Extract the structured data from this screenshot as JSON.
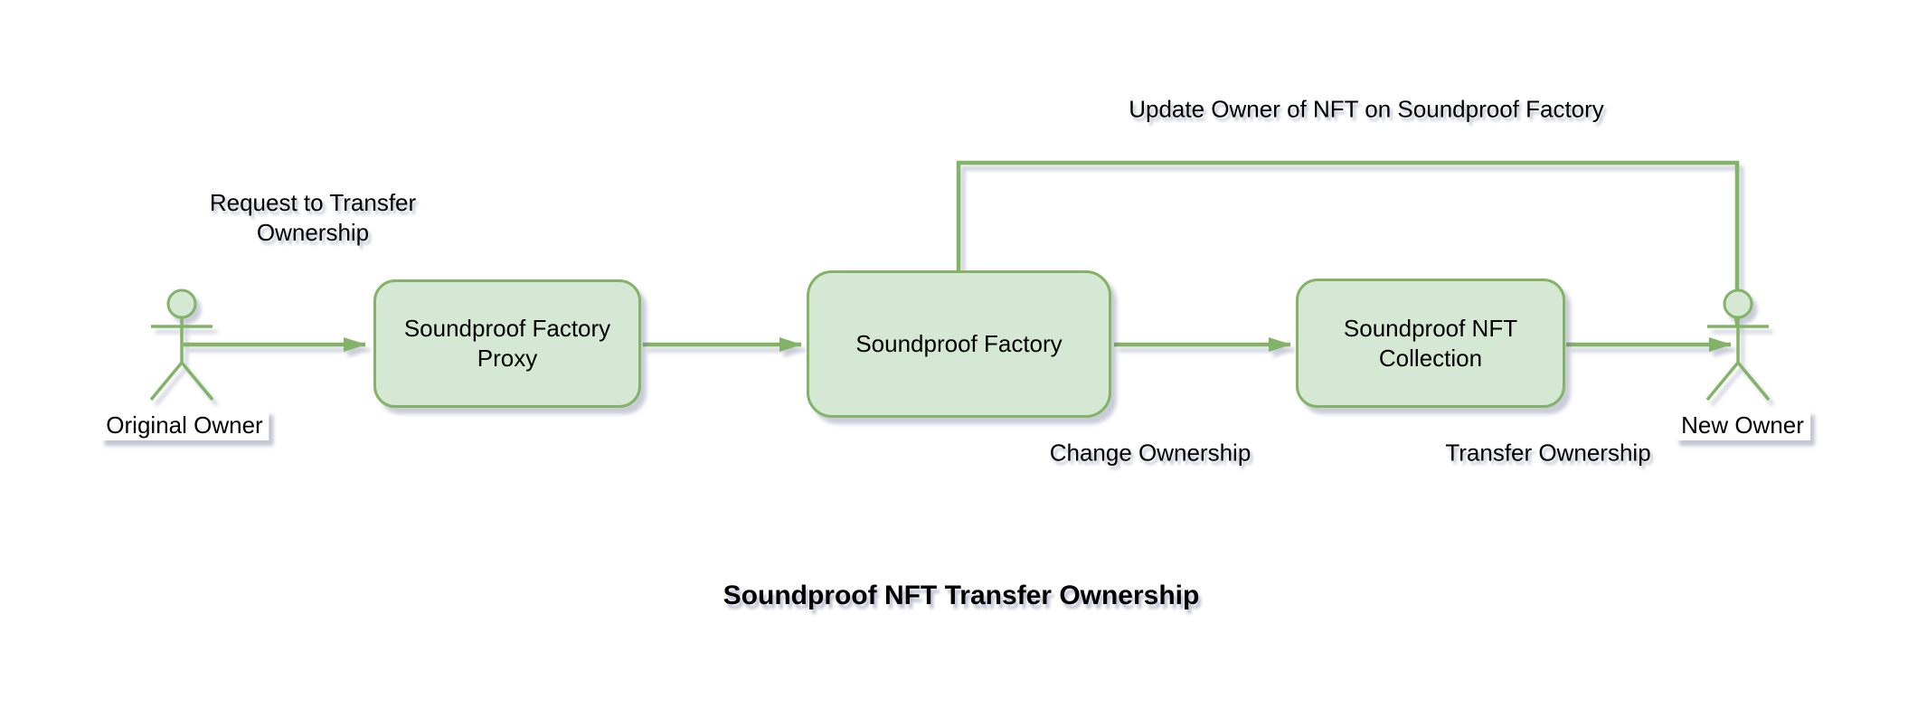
{
  "diagram": {
    "title": "Soundproof NFT Transfer Ownership",
    "actors": [
      {
        "label": "Original Owner"
      },
      {
        "label": "New Owner"
      }
    ],
    "nodes": [
      {
        "label": "Soundproof Factory Proxy"
      },
      {
        "label": "Soundproof Factory"
      },
      {
        "label": "Soundproof NFT Collection"
      }
    ],
    "edges": {
      "request": "Request to Transfer Ownership",
      "change": "Change Ownership",
      "transfer": "Transfer Ownership",
      "update": "Update Owner of NFT on Soundproof Factory"
    },
    "colors": {
      "node_fill": "#d5e8d4",
      "node_stroke": "#82b366",
      "arrow": "#82b366",
      "text": "#000000"
    }
  }
}
